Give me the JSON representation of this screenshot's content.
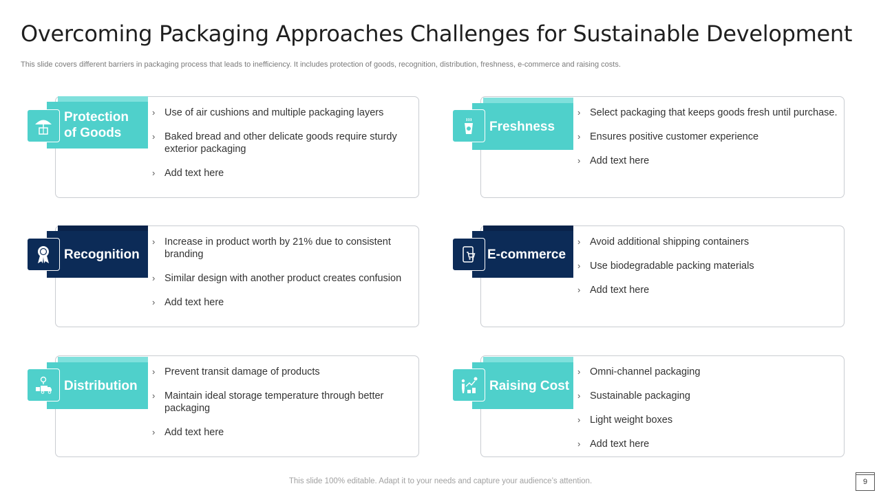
{
  "title": "Overcoming Packaging Approaches Challenges for Sustainable Development",
  "subtitle": "This slide covers different barriers in packaging process that leads to inefficiency. It includes protection of goods, recognition, distribution, freshness, e-commerce and raising costs.",
  "colors": {
    "teal": "#4fd0cb",
    "navy": "#0c2b57"
  },
  "cards": [
    {
      "label_line1": "Protection",
      "label_line2": "of Goods",
      "icon": "umbrella-box-icon",
      "bullets": [
        "Use of air cushions and multiple packaging layers",
        "Baked bread and other delicate goods require sturdy exterior packaging",
        "Add text here"
      ]
    },
    {
      "label_line1": "Freshness",
      "icon": "coffee-cup-icon",
      "bullets": [
        "Select packaging that keeps goods fresh until purchase.",
        "Ensures positive customer experience",
        "Add text here"
      ]
    },
    {
      "label_line1": "Recognition",
      "icon": "award-ribbon-icon",
      "bullets": [
        "Increase in product worth by 21% due to consistent branding",
        "Similar design with another product creates confusion",
        "Add text here"
      ]
    },
    {
      "label_line1": "E-commerce",
      "icon": "mobile-cart-icon",
      "bullets": [
        "Avoid additional shipping containers",
        "Use biodegradable packing materials",
        "Add text here"
      ]
    },
    {
      "label_line1": "Distribution",
      "icon": "delivery-truck-icon",
      "bullets": [
        "Prevent transit damage of products",
        "Maintain ideal storage temperature through better packaging",
        "Add text here"
      ]
    },
    {
      "label_line1": "Raising Cost",
      "icon": "rising-cost-icon",
      "bullets": [
        "Omni-channel packaging",
        "Sustainable packaging",
        "Light weight boxes",
        "Add text here"
      ]
    }
  ],
  "footer": "This slide 100% editable. Adapt it to your needs and capture your audience’s attention.",
  "page_number": "9"
}
